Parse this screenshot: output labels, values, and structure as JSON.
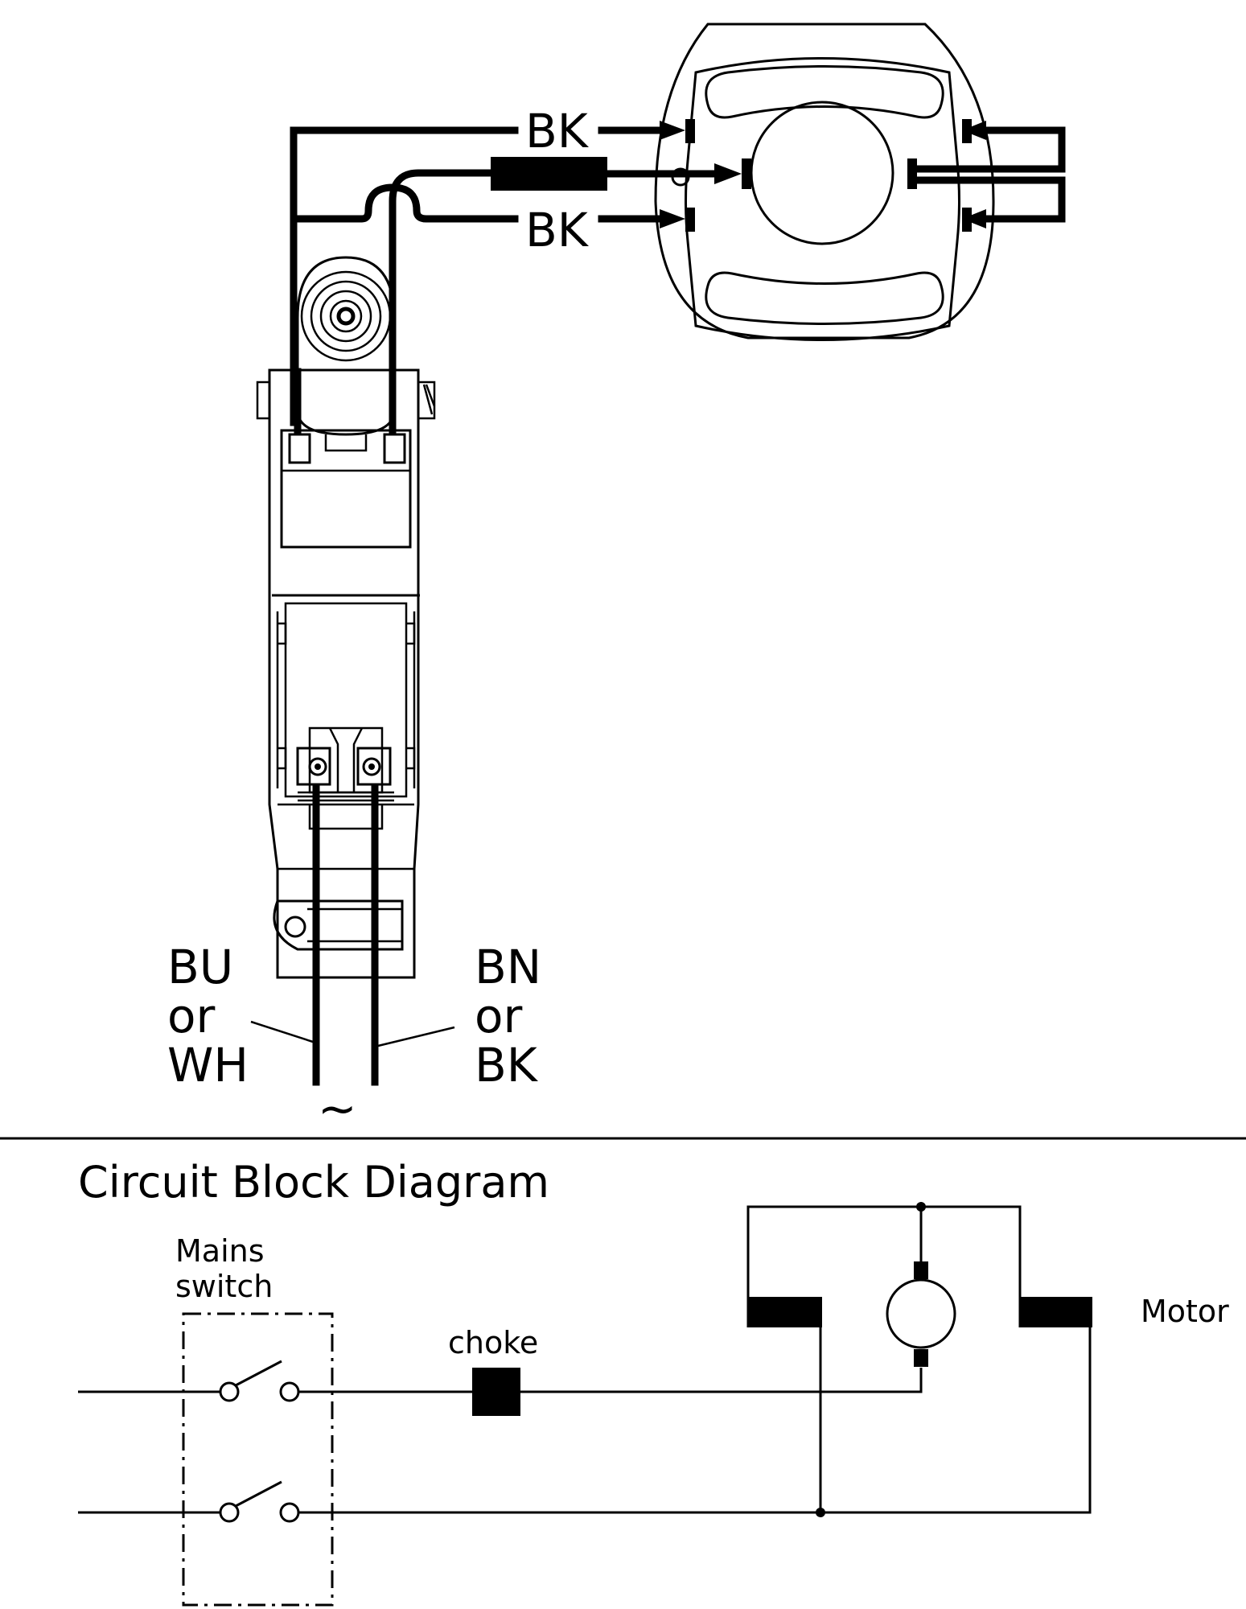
{
  "wiring": {
    "wire_top": "BK",
    "wire_bottom": "BK",
    "left_lead": {
      "line1": "BU",
      "line2": "or",
      "line3": "WH"
    },
    "right_lead": {
      "line1": "BN",
      "line2": "or",
      "line3": "BK"
    },
    "supply_symbol": "~"
  },
  "block_diagram": {
    "title": "Circuit Block Diagram",
    "switch_label": {
      "line1": "Mains",
      "line2": "switch"
    },
    "choke_label": "choke",
    "motor_label": "Motor"
  },
  "colors": {
    "ink": "#000000",
    "background": "#ffffff"
  }
}
